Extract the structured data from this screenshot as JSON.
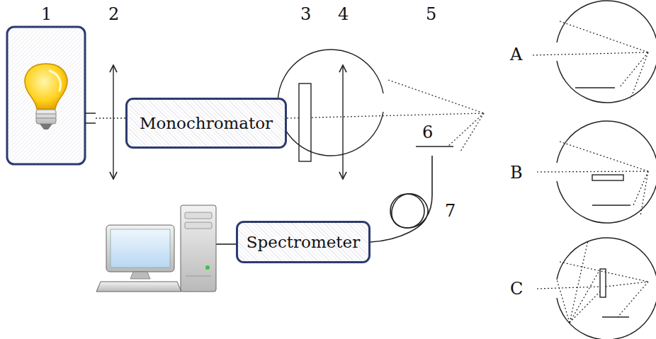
{
  "diagram": {
    "nodes": [
      {
        "text": [
          "Monochromator"
        ]
      },
      {
        "text": [
          "Spectrometer"
        ]
      }
    ],
    "labels": [
      "1",
      "2",
      "3",
      "4",
      "5",
      "6",
      "7",
      "A",
      "B",
      "C"
    ]
  }
}
